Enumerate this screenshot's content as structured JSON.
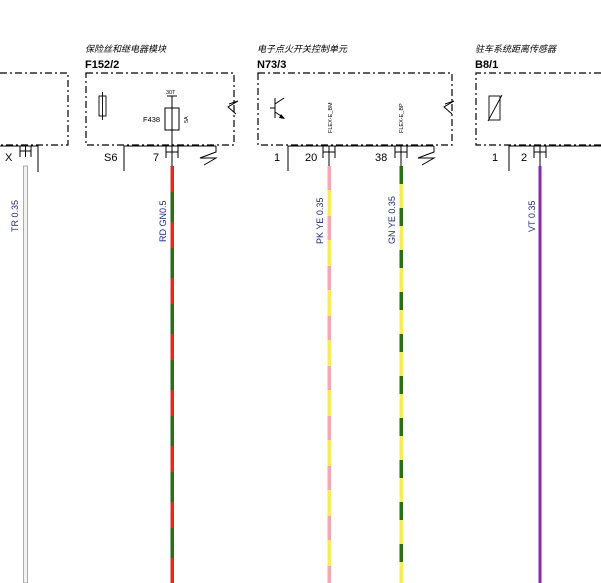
{
  "components": [
    {
      "id": "left",
      "title": "",
      "code": "",
      "pins": [
        "X"
      ]
    },
    {
      "id": "f152",
      "title": "保险丝和继电器模块",
      "code": "F152/2",
      "pins": [
        "S6",
        "7"
      ],
      "fuse": {
        "name": "F438",
        "terminal": "30T",
        "rating": "5A"
      }
    },
    {
      "id": "n73",
      "title": "电子点火开关控制单元",
      "code": "N73/3",
      "pins": [
        "1",
        "20",
        "38"
      ],
      "signals": [
        "FLEX-E_BM",
        "FLEX-E_BP"
      ]
    },
    {
      "id": "b8",
      "title": "驻车系统距离传感器",
      "code": "B8/1",
      "pins": [
        "1",
        "2"
      ]
    }
  ],
  "wires": [
    {
      "label": "TR 0.35",
      "colors": [
        "#f2f2f2"
      ],
      "outline": "#888888"
    },
    {
      "label": "RD GN0.5",
      "colors": [
        "#e8281e",
        "#2a6e18"
      ]
    },
    {
      "label": "PK YE 0.35",
      "colors": [
        "#f6a6b2",
        "#f4ec5a"
      ]
    },
    {
      "label": "GN YE 0.35",
      "colors": [
        "#2a6e18",
        "#f4ec5a"
      ]
    },
    {
      "label": "VT  0.35",
      "colors": [
        "#8a2aa8"
      ]
    }
  ]
}
